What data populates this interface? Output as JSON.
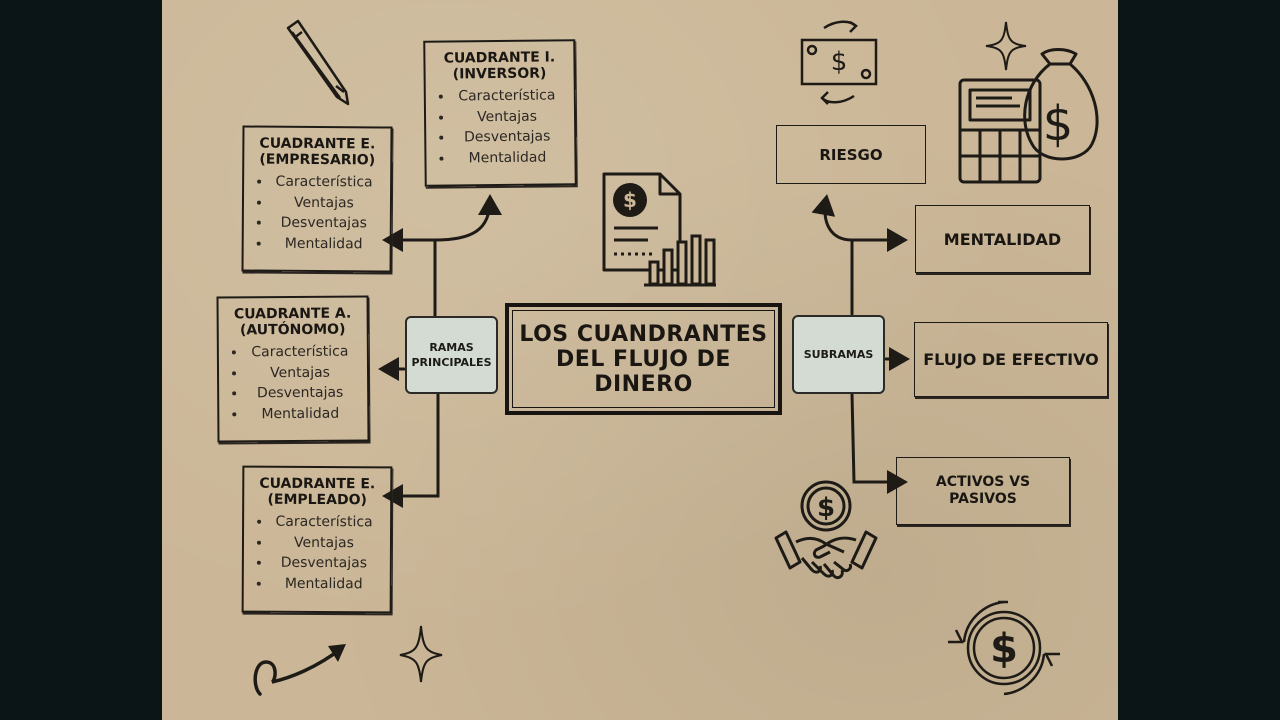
{
  "center": {
    "title": "LOS CUANDRANTES DEL FLUJO DE DINERO"
  },
  "left_node": {
    "label": "RAMAS PRINCIPALES"
  },
  "right_node": {
    "label": "SUBRAMAS"
  },
  "quadrants": {
    "inversor": {
      "title": "CUADRANTE I. (INVERSOR)",
      "items": [
        "Característica",
        "Ventajas",
        "Desventajas",
        "Mentalidad"
      ]
    },
    "empresario": {
      "title": "CUADRANTE E. (EMPRESARIO)",
      "items": [
        "Característica",
        "Ventajas",
        "Desventajas",
        "Mentalidad"
      ]
    },
    "autonomo": {
      "title": "CUADRANTE A. (AUTÓNOMO)",
      "items": [
        "Característica",
        "Ventajas",
        "Desventajas",
        "Mentalidad"
      ]
    },
    "empleado": {
      "title": "CUADRANTE E. (EMPLEADO)",
      "items": [
        "Característica",
        "Ventajas",
        "Desventajas",
        "Mentalidad"
      ]
    }
  },
  "subramas": {
    "riesgo": "RIESGO",
    "mentalidad": "MENTALIDAD",
    "flujo": "FLUJO DE EFECTIVO",
    "activos": "ACTIVOS VS PASIVOS"
  },
  "icons": {
    "pencil": "pencil-icon",
    "document": "financial-document-icon",
    "money_exchange": "money-exchange-icon",
    "money_bag": "money-bag-calculator-icon",
    "handshake": "handshake-dollar-icon",
    "coin_cycle": "dollar-cycle-icon",
    "sparkle": "sparkle-icon",
    "curly_arrow": "curly-arrow-icon"
  },
  "colors": {
    "paper": "#cbb797",
    "ink": "#1e1b17",
    "node_fill": "#d3dbd2",
    "frame": "#0b1517"
  }
}
